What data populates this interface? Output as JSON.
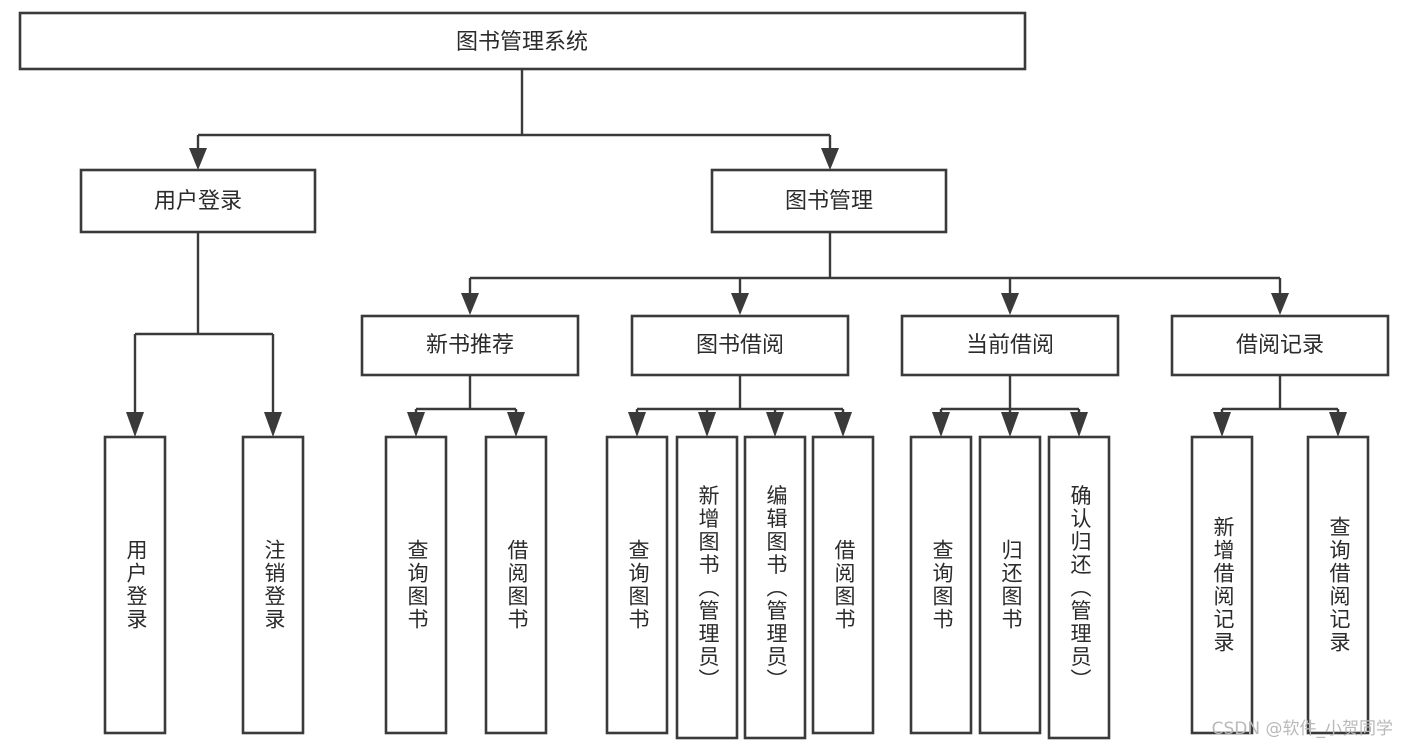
{
  "diagram": {
    "title": "图书管理系统",
    "type": "tree-hierarchy-diagram",
    "colors": {
      "box_stroke": "#3a3a3a",
      "box_fill": "#ffffff",
      "text": "#2b2b2b",
      "background": "#ffffff",
      "watermark": "#b9b9b9"
    },
    "root": {
      "label": "图书管理系统"
    },
    "level2": [
      {
        "label": "用户登录"
      },
      {
        "label": "图书管理"
      }
    ],
    "level3": [
      {
        "label": "新书推荐"
      },
      {
        "label": "图书借阅"
      },
      {
        "label": "当前借阅"
      },
      {
        "label": "借阅记录"
      }
    ],
    "leaves": {
      "user_login": [
        {
          "label": "用户登录"
        },
        {
          "label": "注销登录"
        }
      ],
      "new_book_recommend": [
        {
          "label": "查询图书"
        },
        {
          "label": "借阅图书"
        }
      ],
      "book_borrow": [
        {
          "label": "查询图书"
        },
        {
          "label": "新增图书（管理员）"
        },
        {
          "label": "编辑图书（管理员）"
        },
        {
          "label": "借阅图书"
        }
      ],
      "current_borrow": [
        {
          "label": "查询图书"
        },
        {
          "label": "归还图书"
        },
        {
          "label": "确认归还（管理员）"
        }
      ],
      "borrow_record": [
        {
          "label": "新增借阅记录"
        },
        {
          "label": "查询借阅记录"
        }
      ]
    }
  },
  "watermark": {
    "text": "CSDN @软件_小贺同学"
  }
}
